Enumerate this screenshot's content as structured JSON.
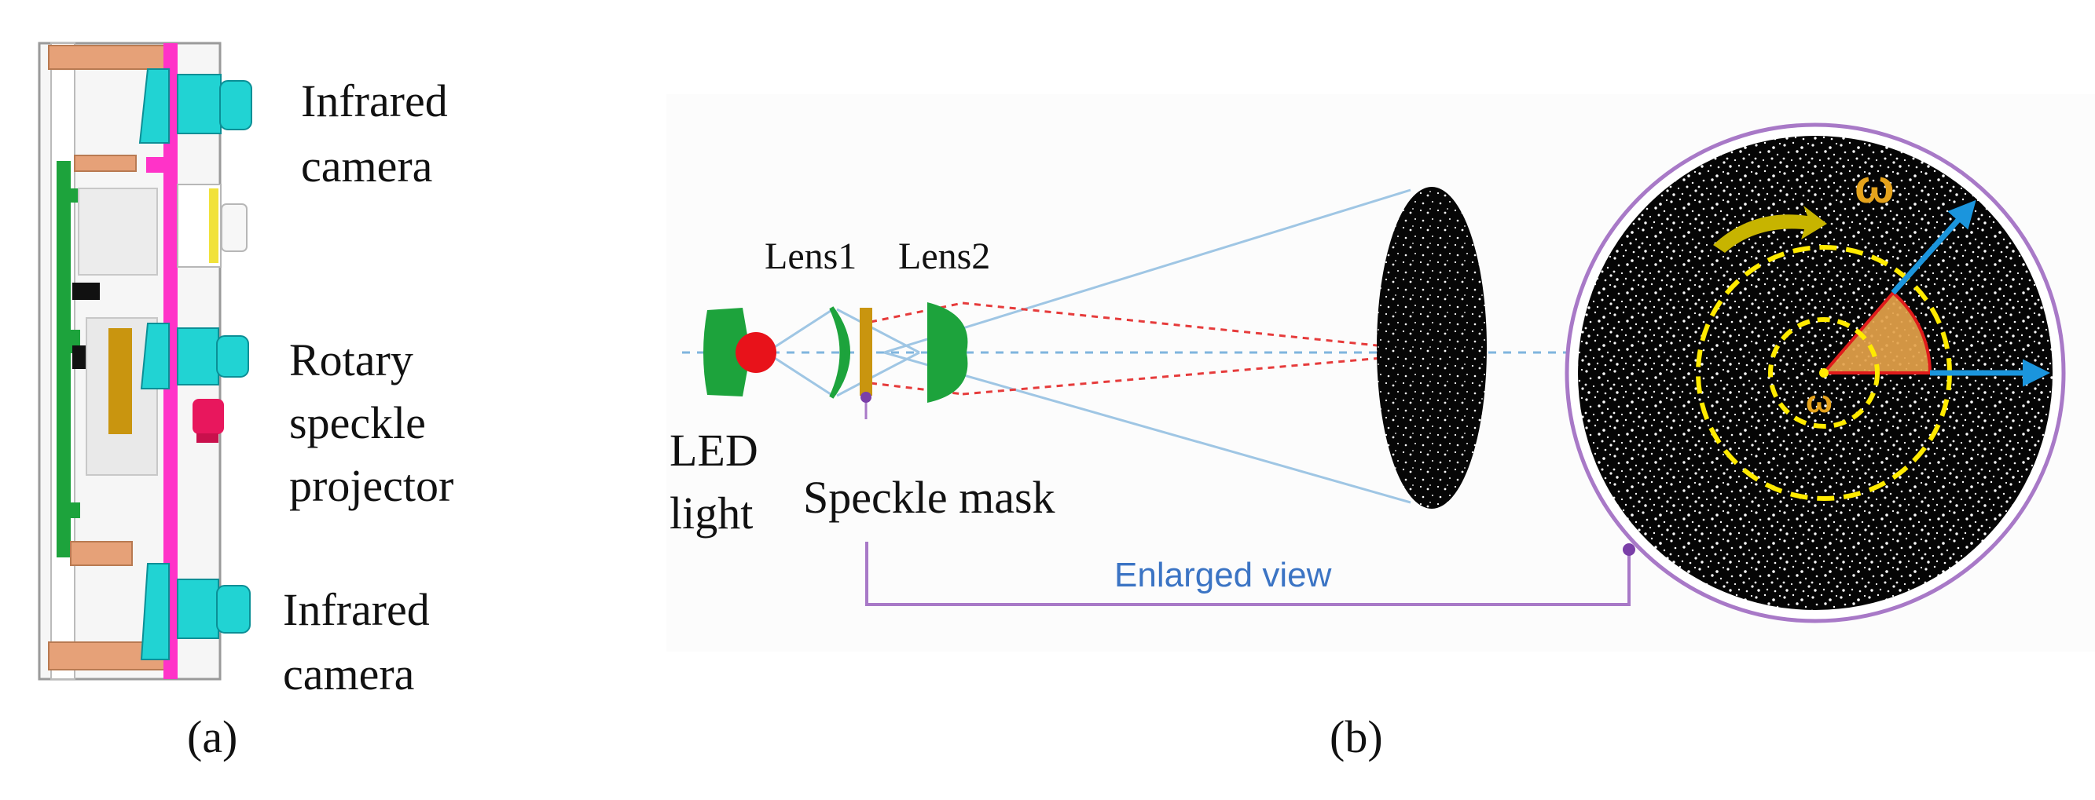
{
  "panel_a": {
    "label_top": [
      "Infrared",
      "camera"
    ],
    "label_middle": [
      "Rotary",
      "speckle",
      "projector"
    ],
    "label_bottom": [
      "Infrared",
      "camera"
    ],
    "caption": "(a)"
  },
  "panel_b": {
    "lens1": "Lens1",
    "lens2": "Lens2",
    "led": [
      "LED",
      "light"
    ],
    "mask": "Speckle mask",
    "enlarged_view": "Enlarged view",
    "omega_upper": "ω",
    "omega_lower": "ω",
    "caption": "(b)"
  },
  "colors": {
    "magenta": "#ff33c8",
    "cyan": "#21d3d3",
    "green": "#1da33c",
    "copper": "#e6a178",
    "yellow": "#ffea00",
    "red_led": "#e8121a",
    "gold": "#c9950f",
    "purple": "#a879c7",
    "ray_blue": "#9fc6e4",
    "arrow_blue": "#1b95dd"
  }
}
